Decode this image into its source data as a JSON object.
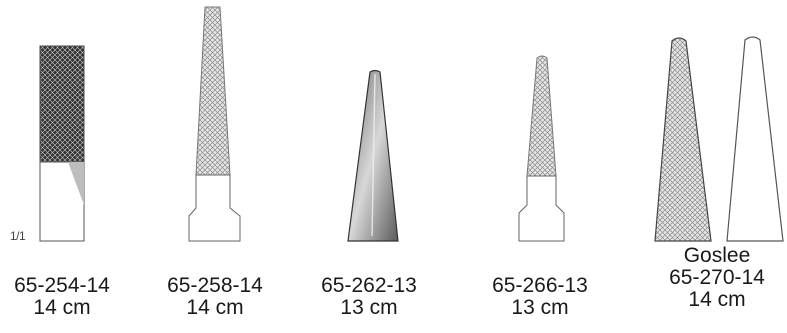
{
  "scale_mark": "1/1",
  "instruments": [
    {
      "code": "65-254-14",
      "length": "14 cm"
    },
    {
      "code": "65-258-14",
      "length": "14 cm"
    },
    {
      "code": "65-262-13",
      "length": "13 cm"
    },
    {
      "code": "65-266-13",
      "length": "13 cm"
    },
    {
      "name": "Goslee",
      "code": "65-270-14",
      "length": "14 cm"
    }
  ]
}
